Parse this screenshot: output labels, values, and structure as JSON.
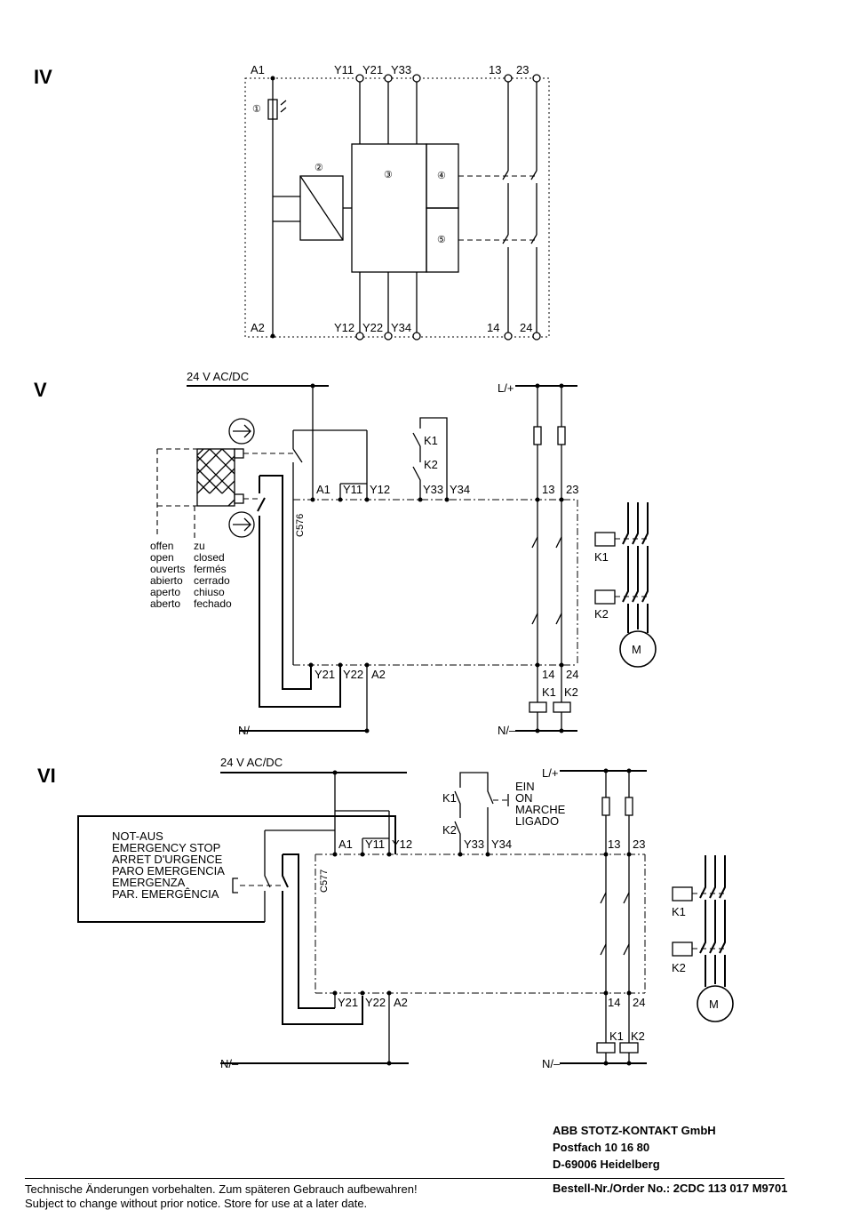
{
  "sections": {
    "iv": "IV",
    "v": "V",
    "vi": "VI"
  },
  "iv": {
    "top_terminals": [
      "A1",
      "Y11",
      "Y21",
      "Y33",
      "13",
      "23"
    ],
    "bottom_terminals": [
      "A2",
      "Y12",
      "Y22",
      "Y34",
      "14",
      "24"
    ],
    "markers": [
      "①",
      "②",
      "③",
      "④",
      "⑤"
    ]
  },
  "v": {
    "supply": "24 V AC/DC",
    "line_pos": "L/+",
    "line_neg_left": "N/–",
    "line_neg_right": "N/–",
    "k1": "K1",
    "k2": "K2",
    "top_terminals": [
      "A1",
      "Y11",
      "Y12",
      "Y33",
      "Y34",
      "13",
      "23"
    ],
    "bottom_terminals": [
      "Y21",
      "Y22",
      "A2",
      "14",
      "24"
    ],
    "device": "C576",
    "coil_labels": [
      "K1",
      "K2"
    ],
    "motor": "M",
    "open_words": [
      "offen",
      "open",
      "ouverts",
      "abierto",
      "aperto",
      "aberto"
    ],
    "closed_words": [
      "zu",
      "closed",
      "fermés",
      "cerrado",
      "chiuso",
      "fechado"
    ]
  },
  "vi": {
    "supply": "24 V AC/DC",
    "line_pos": "L/+",
    "line_neg_left": "N/–",
    "line_neg_right": "N/–",
    "k1": "K1",
    "k2": "K2",
    "top_terminals": [
      "A1",
      "Y11",
      "Y12",
      "Y33",
      "Y34",
      "13",
      "23"
    ],
    "bottom_terminals": [
      "Y21",
      "Y22",
      "A2",
      "14",
      "24"
    ],
    "device": "C577",
    "coil_labels": [
      "K1",
      "K2"
    ],
    "motor": "M",
    "estop_words": [
      "NOT-AUS",
      "EMERGENCY STOP",
      "ARRET D'URGENCE",
      "PARO EMERGENCIA",
      "EMERGENZA",
      "PAR. EMERGÊNCIA"
    ],
    "on_words": [
      "EIN",
      "ON",
      "MARCHE",
      "LIGADO"
    ]
  },
  "address": {
    "company": "ABB STOTZ-KONTAKT GmbH",
    "postbox": "Postfach 10 16 80",
    "city": "D-69006 Heidelberg"
  },
  "order_no": "Bestell-Nr./Order No.: 2CDC 113 017 M9701",
  "footer": {
    "de": "Technische Änderungen vorbehalten. Zum späteren Gebrauch aufbewahren!",
    "en": "Subject to change without prior notice. Store for use at a later date."
  }
}
